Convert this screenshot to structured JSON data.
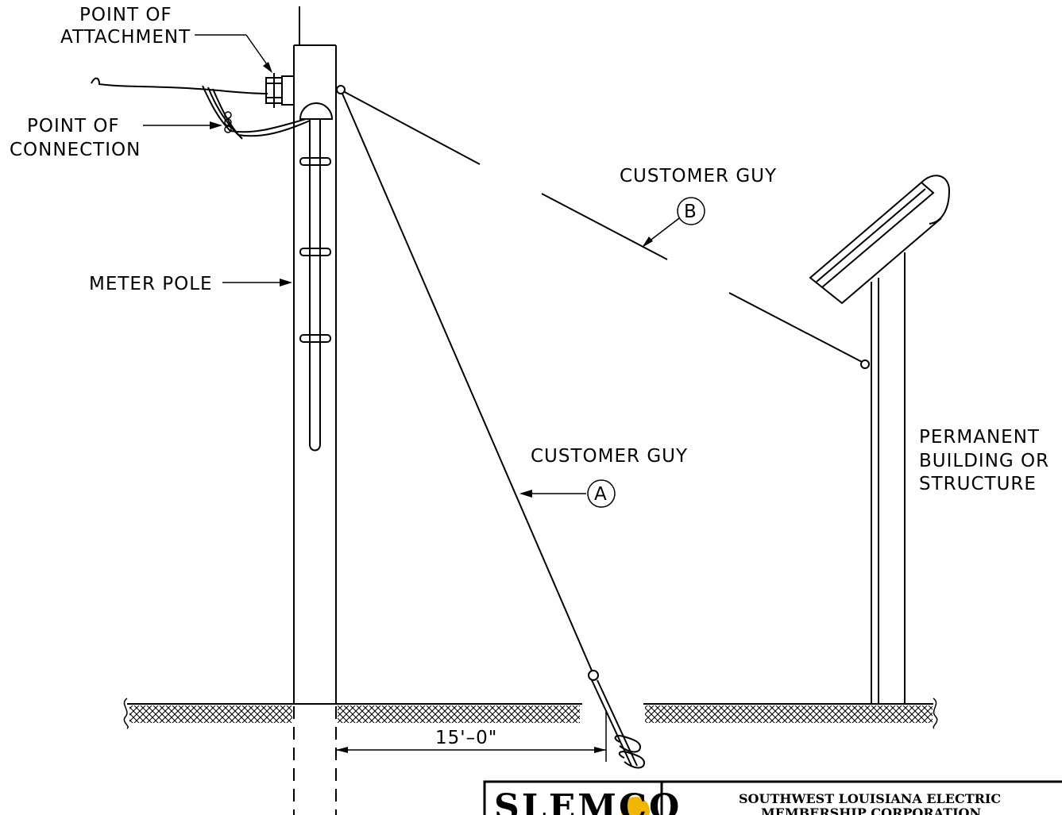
{
  "labels": {
    "attachment_line1": "POINT OF",
    "attachment_line2": "ATTACHMENT",
    "connection_line1": "POINT OF",
    "connection_line2": "CONNECTION",
    "meter_pole": "METER POLE",
    "customer_guy_b": "CUSTOMER GUY",
    "customer_guy_a": "CUSTOMER GUY",
    "callout_b": "B",
    "callout_a": "A",
    "structure_line1": "PERMANENT",
    "structure_line2": "BUILDING OR",
    "structure_line3": "STRUCTURE",
    "dimension": "15'–0\""
  },
  "title_block": {
    "logo_text": "SLEMCO",
    "org_line1": "SOUTHWEST LOUISIANA ELECTRIC",
    "org_line2": "MEMBERSHIP CORPORATION"
  },
  "colors": {
    "line": "#000000",
    "logo_sun": "#f2b705",
    "background": "#ffffff"
  }
}
